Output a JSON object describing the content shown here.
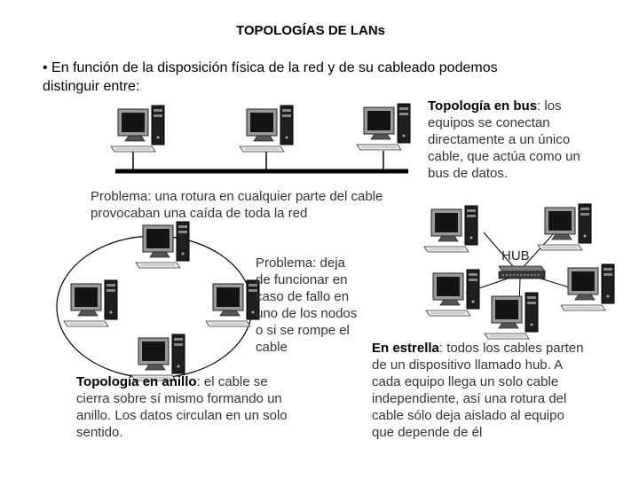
{
  "title": "TOPOLOGÍAS DE LANs",
  "intro": "• En función de la disposición física de la red y de su cableado podemos distinguir entre:",
  "bus": {
    "heading": "Topología en bus",
    "text": ": los equipos se conectan directamente a un único cable, que actúa como un bus de datos.",
    "problem": "Problema: una rotura en cualquier parte del cable provocaban una caída de toda la red"
  },
  "ring": {
    "problem": "Problema: deja de funcionar en caso de fallo en uno de los nodos o si se rompe el cable",
    "heading": "Topología en anillo",
    "text": ": el cable se cierra sobre sí mismo formando un anillo. Los datos circulan en un solo sentido."
  },
  "star": {
    "hub_label": "HUB",
    "heading": "En estrella",
    "text": ": todos los cables parten de un dispositivo llamado hub. A cada equipo llega un solo cable independiente, así una rotura del cable sólo deja aislado al equipo que depende de él"
  }
}
